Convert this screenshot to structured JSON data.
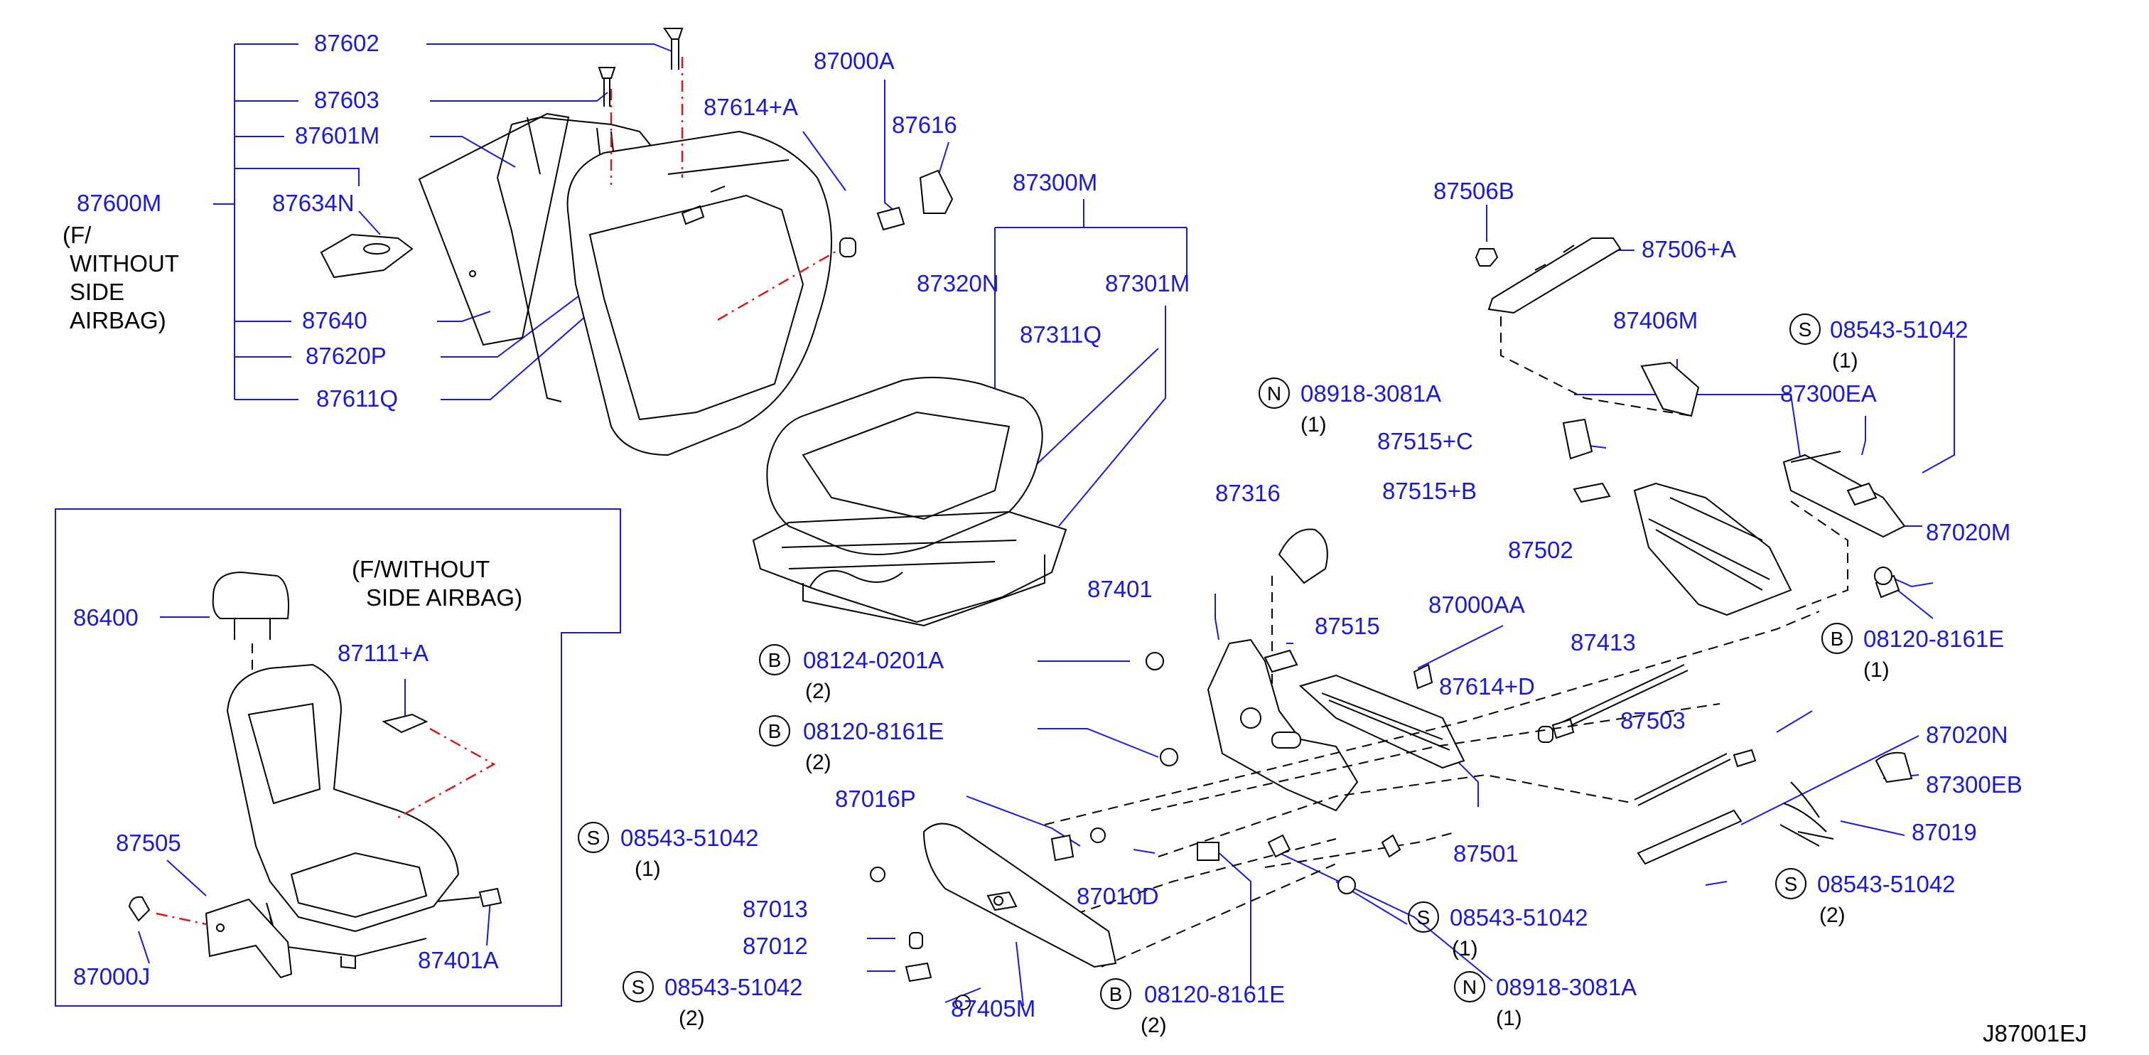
{
  "parts": {
    "p87602": "87602",
    "p87603": "87603",
    "p87601M": "87601M",
    "p87600M": "87600M",
    "p87634N": "87634N",
    "p87640": "87640",
    "p87620P": "87620P",
    "p87611Q": "87611Q",
    "p87000A": "87000A",
    "p87614A": "87614+A",
    "p87616": "87616",
    "p87300M": "87300M",
    "p87320N": "87320N",
    "p87301M": "87301M",
    "p87311Q": "87311Q",
    "p87506B": "87506B",
    "p87506A": "87506+A",
    "p87406M": "87406M",
    "p87300EA": "87300EA",
    "p87515C": "87515+C",
    "p87515B": "87515+B",
    "p87502": "87502",
    "p87020M": "87020M",
    "p87316": "87316",
    "p87401": "87401",
    "p87515": "87515",
    "p87000AA": "87000AA",
    "p87413": "87413",
    "p87614D": "87614+D",
    "p87503": "87503",
    "p87020N": "87020N",
    "p87300EB": "87300EB",
    "p87019": "87019",
    "p87016P": "87016P",
    "p87010D": "87010D",
    "p87013": "87013",
    "p87012": "87012",
    "p87405M": "87405M",
    "p87501": "87501",
    "p86400": "86400",
    "p87111A": "87111+A",
    "p87505": "87505",
    "p87000J": "87000J",
    "p87401A": "87401A"
  },
  "bolts": {
    "s_top_right": {
      "prefix": "S",
      "number": "08543-51042",
      "qty": "(1)"
    },
    "n_top": {
      "prefix": "N",
      "number": "08918-3081A",
      "qty": "(1)"
    },
    "b_right": {
      "prefix": "B",
      "number": "08120-8161E",
      "qty": "(1)"
    },
    "b_0201": {
      "prefix": "B",
      "number": "08124-0201A",
      "qty": "(2)"
    },
    "b_mid": {
      "prefix": "B",
      "number": "08120-8161E",
      "qty": "(2)"
    },
    "s_mid_left": {
      "prefix": "S",
      "number": "08543-51042",
      "qty": "(1)"
    },
    "s_bottom_left": {
      "prefix": "S",
      "number": "08543-51042",
      "qty": "(2)"
    },
    "b_bottom": {
      "prefix": "B",
      "number": "08120-8161E",
      "qty": "(2)"
    },
    "s_bottom_mid": {
      "prefix": "S",
      "number": "08543-51042",
      "qty": "(1)"
    },
    "n_bottom": {
      "prefix": "N",
      "number": "08918-3081A",
      "qty": "(1)"
    },
    "s_bottom_right": {
      "prefix": "S",
      "number": "08543-51042",
      "qty": "(2)"
    }
  },
  "notes": {
    "without_airbag_1": "(F/",
    "without_airbag_2": "WITHOUT",
    "without_airbag_3": "SIDE",
    "without_airbag_4": "AIRBAG)",
    "inset_1": "(F/WITHOUT",
    "inset_2": "SIDE   AIRBAG)"
  },
  "diagram_id": "J87001EJ",
  "colors": {
    "part_number": "#1a1ad6",
    "hidden_line": "#d81a1a",
    "outline": "#000000"
  }
}
